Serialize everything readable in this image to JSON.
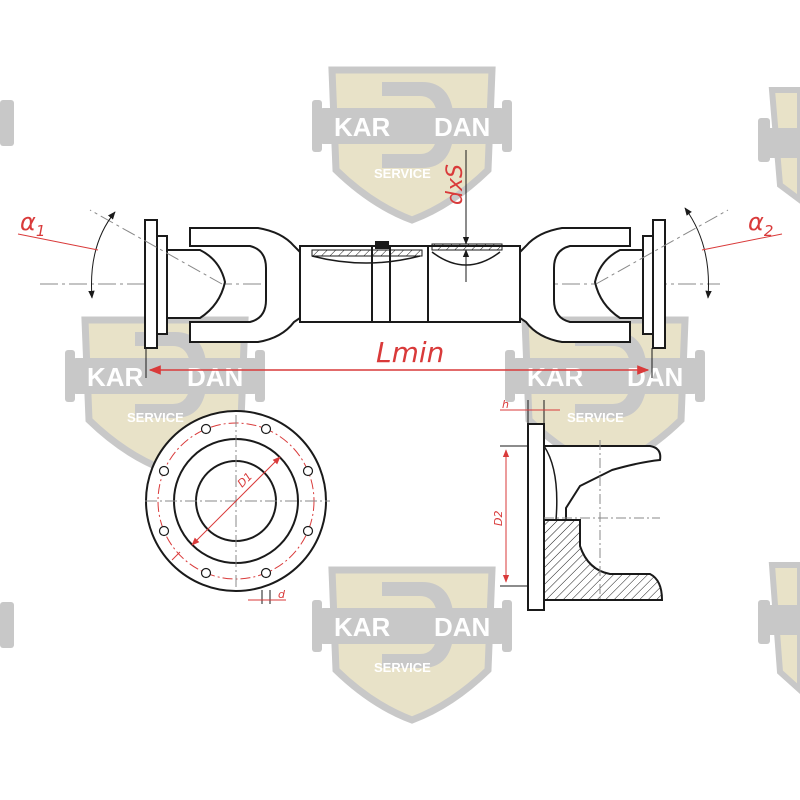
{
  "labels": {
    "alpha1": "α",
    "alpha1_sub": "1",
    "alpha2": "α",
    "alpha2_sub": "2",
    "lmin": "Lmin",
    "dxs": "dxS",
    "d1": "D1",
    "d2": "D2",
    "h": "h",
    "d": "d"
  },
  "watermark": {
    "left_word": "KAR",
    "right_word": "DAN",
    "tagline": "SERVICE",
    "color_gray": "#c8c8c8",
    "color_beige": "#e8e2c8"
  },
  "colors": {
    "line": "#1a1a1a",
    "dimension": "#d93a3a",
    "centerline": "#888888"
  }
}
